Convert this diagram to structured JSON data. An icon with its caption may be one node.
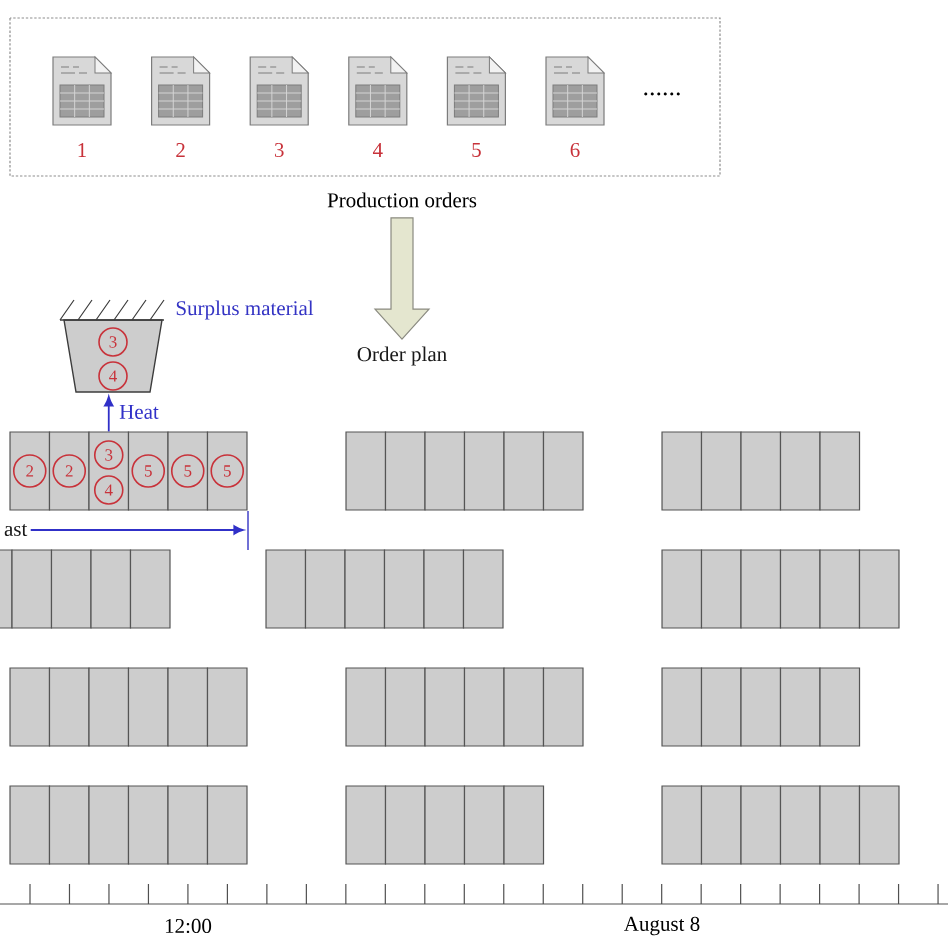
{
  "diagram": {
    "nodes": [
      {
        "text": [
          "Production orders"
        ]
      },
      {
        "text": [
          "1"
        ],
        "in": 0
      },
      {
        "text": [
          "2"
        ],
        "in": 0
      },
      {
        "text": [
          "3"
        ],
        "in": 0
      },
      {
        "text": [
          "4"
        ],
        "in": 0
      },
      {
        "text": [
          "5"
        ],
        "in": 0
      },
      {
        "text": [
          "6"
        ],
        "in": 0
      },
      {
        "text": [
          "Order plan"
        ]
      },
      {
        "text": [],
        "shape": "trapezoid",
        "beside": [
          "Surplus material"
        ]
      },
      {
        "text": [
          "3"
        ],
        "in": 8
      },
      {
        "text": [
          "4"
        ],
        "in": 8
      },
      {
        "text": [],
        "shape": "box"
      },
      {
        "text": [],
        "shape": "box"
      },
      {
        "text": [],
        "shape": "box"
      },
      {
        "text": [],
        "shape": "box"
      },
      {
        "text": [],
        "shape": "box"
      },
      {
        "text": [],
        "shape": "box"
      },
      {
        "text": [
          "2"
        ],
        "in": 11
      },
      {
        "text": [
          "2"
        ],
        "in": 12
      },
      {
        "text": [
          "3"
        ],
        "in": 13
      },
      {
        "text": [
          "4"
        ],
        "in": 13
      },
      {
        "text": [
          "5"
        ],
        "in": 14
      },
      {
        "text": [
          "5"
        ],
        "in": 15
      },
      {
        "text": [
          "5"
        ],
        "in": 16
      },
      {
        "text": [],
        "shape": "box"
      },
      {
        "text": [],
        "shape": "box"
      },
      {
        "text": [],
        "shape": "box"
      },
      {
        "text": [],
        "shape": "box"
      },
      {
        "text": [],
        "shape": "box"
      },
      {
        "text": [],
        "shape": "box"
      },
      {
        "text": [],
        "shape": "box"
      },
      {
        "text": [],
        "shape": "box"
      },
      {
        "text": [],
        "shape": "box"
      },
      {
        "text": [],
        "shape": "box"
      },
      {
        "text": [],
        "shape": "box"
      },
      {
        "text": [
          "ast"
        ]
      },
      {
        "text": [],
        "shape": "box"
      },
      {
        "text": [],
        "shape": "box"
      },
      {
        "text": [],
        "shape": "box"
      },
      {
        "text": [],
        "shape": "box"
      },
      {
        "text": [],
        "shape": "box"
      },
      {
        "text": [],
        "shape": "box"
      },
      {
        "text": [],
        "shape": "box"
      },
      {
        "text": [],
        "shape": "box"
      },
      {
        "text": [],
        "shape": "box"
      },
      {
        "text": [],
        "shape": "box"
      },
      {
        "text": [],
        "shape": "box"
      },
      {
        "text": [],
        "shape": "box"
      },
      {
        "text": [],
        "shape": "box"
      },
      {
        "text": [],
        "shape": "box"
      },
      {
        "text": [],
        "shape": "box"
      },
      {
        "text": [],
        "shape": "box"
      },
      {
        "text": [],
        "shape": "box"
      },
      {
        "text": [],
        "shape": "box"
      },
      {
        "text": [],
        "shape": "box"
      },
      {
        "text": [],
        "shape": "box"
      },
      {
        "text": [],
        "shape": "box"
      },
      {
        "text": [],
        "shape": "box"
      },
      {
        "text": [],
        "shape": "box"
      },
      {
        "text": [],
        "shape": "box"
      },
      {
        "text": [],
        "shape": "box"
      },
      {
        "text": [],
        "shape": "box"
      },
      {
        "text": [],
        "shape": "box"
      },
      {
        "text": [],
        "shape": "box"
      },
      {
        "text": [],
        "shape": "box"
      },
      {
        "text": [],
        "shape": "box"
      },
      {
        "text": [],
        "shape": "box"
      },
      {
        "text": [],
        "shape": "box"
      },
      {
        "text": [],
        "shape": "box"
      },
      {
        "text": [],
        "shape": "box"
      },
      {
        "text": [],
        "shape": "box"
      },
      {
        "text": [],
        "shape": "box"
      },
      {
        "text": [],
        "shape": "box"
      },
      {
        "text": [],
        "shape": "box"
      },
      {
        "text": [],
        "shape": "box"
      },
      {
        "text": [],
        "shape": "box"
      },
      {
        "text": [],
        "shape": "box"
      },
      {
        "text": [],
        "shape": "box"
      },
      {
        "text": [],
        "shape": "box"
      },
      {
        "text": [],
        "shape": "box"
      },
      {
        "text": [],
        "shape": "box"
      },
      {
        "text": [],
        "shape": "box"
      },
      {
        "text": [],
        "shape": "box"
      },
      {
        "text": [],
        "shape": "box"
      },
      {
        "text": [],
        "shape": "box"
      },
      {
        "text": [],
        "shape": "box"
      },
      {
        "text": [],
        "shape": "box"
      }
    ],
    "edges": [
      {
        "from": 0,
        "to": 7,
        "arrow": "to",
        "style": "thick",
        "color": "#e4e6cf"
      },
      {
        "from": 13,
        "to": 8,
        "arrow": "to",
        "label": "Heat"
      },
      {
        "from": 35,
        "to": 16,
        "arrow": "to"
      }
    ],
    "labels": [
      "......",
      "12:00",
      "August 8"
    ]
  }
}
